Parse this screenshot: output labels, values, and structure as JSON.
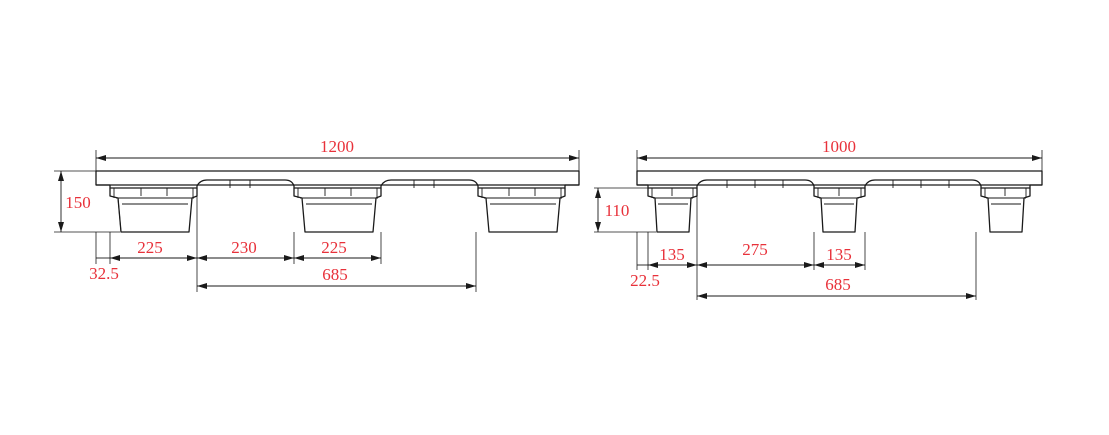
{
  "colors": {
    "outline": "#1a1a1a",
    "dimension_text": "#e8313a",
    "background": "#ffffff"
  },
  "pallet_1200": {
    "overall_length": "1200",
    "height": "150",
    "edge_offset": "32.5",
    "foot_width_left": "225",
    "gap_width": "230",
    "foot_width_mid": "225",
    "center_span": "685"
  },
  "pallet_1000": {
    "overall_length": "1000",
    "height": "110",
    "edge_offset": "22.5",
    "foot_width_left": "135",
    "gap_width": "275",
    "foot_width_mid": "135",
    "center_span": "685"
  }
}
